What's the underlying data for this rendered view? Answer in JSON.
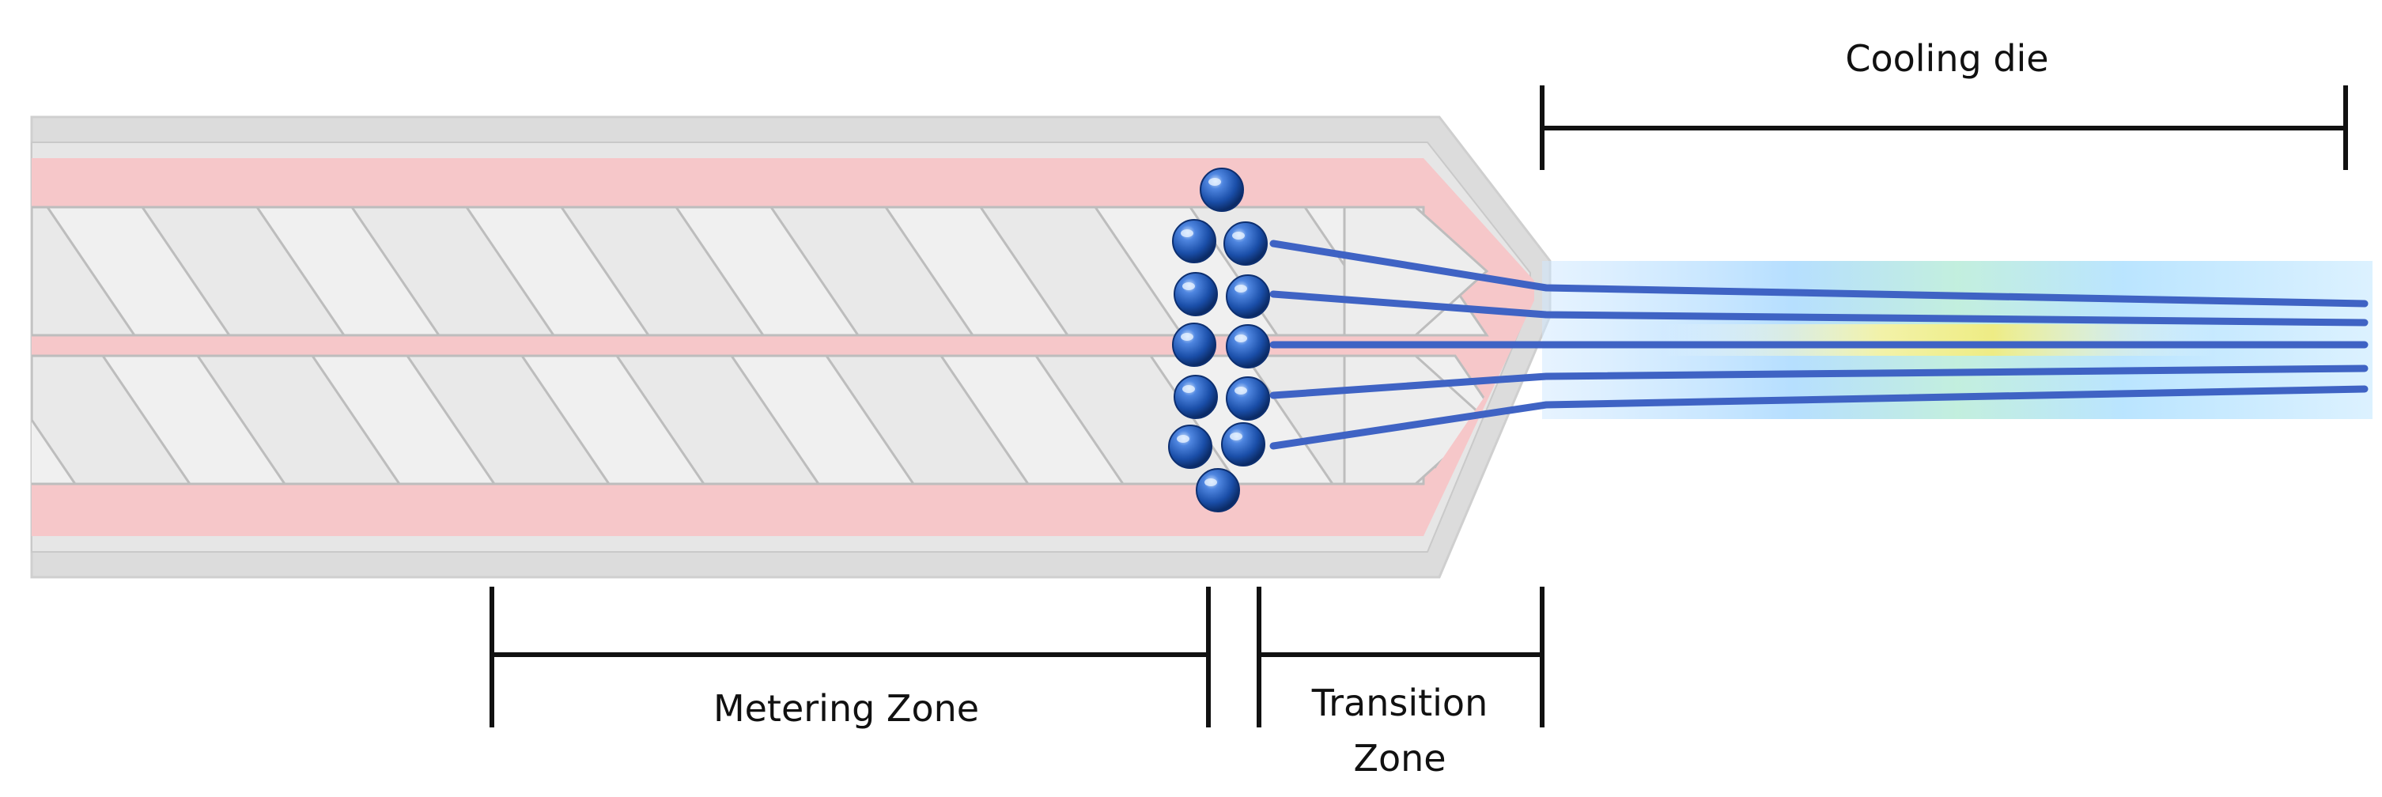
{
  "labels": {
    "cooling_die": "Cooling die",
    "metering_zone": "Metering Zone",
    "transition_zone_line1": "Transition",
    "transition_zone_line2": "Zone"
  },
  "colors": {
    "barrel_outer": "#d9d9d9",
    "barrel_heated_layer": "#f5c6c8",
    "screw_flight": "#ececec",
    "screw_outline": "#bdbdbd",
    "fiber": "#3f63c4",
    "pellet": "#1f57b8",
    "die_glow": "#9fd3ff",
    "die_core": "#f5ef87",
    "dimension_line": "#111111"
  },
  "icons": {
    "pellet": "blue-sphere-icon"
  }
}
